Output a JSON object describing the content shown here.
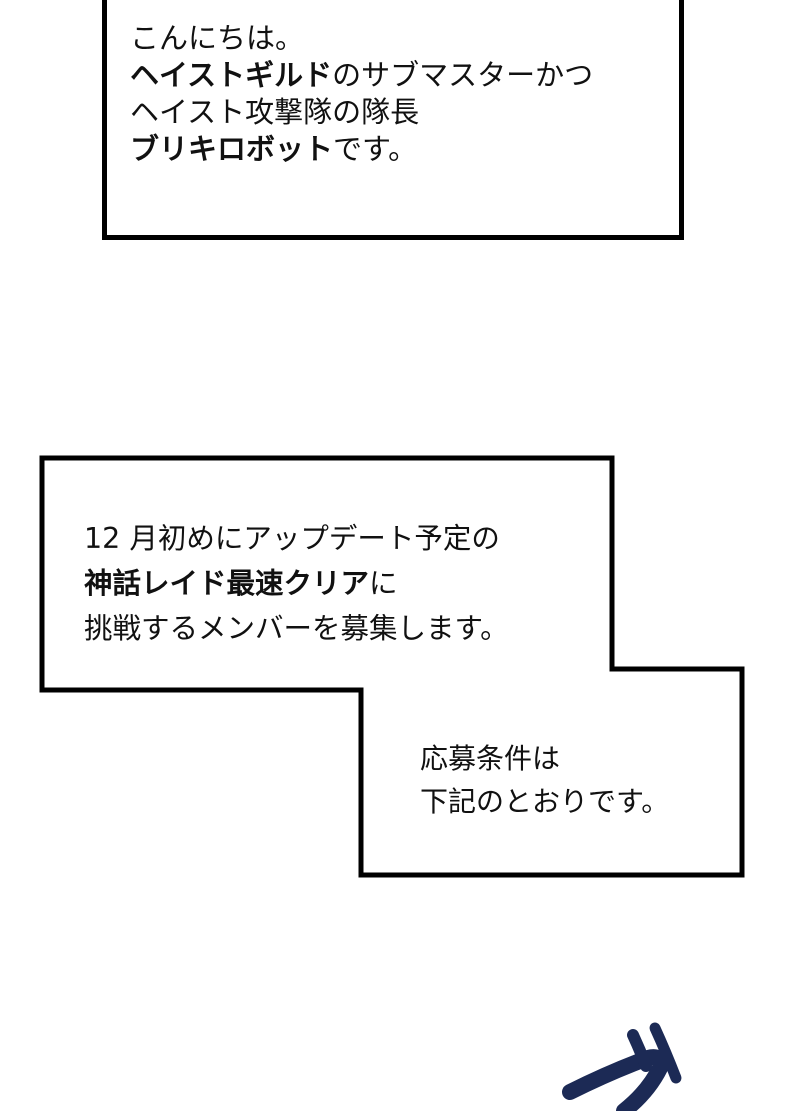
{
  "box1": {
    "lines": [
      [
        {
          "text": "こんにちは。",
          "bold": false
        }
      ],
      [
        {
          "text": "ヘイストギルド",
          "bold": true
        },
        {
          "text": "のサブマスターかつ",
          "bold": false
        }
      ],
      [
        {
          "text": "ヘイスト攻撃隊の隊長",
          "bold": false
        }
      ],
      [
        {
          "text": "ブリキロボット",
          "bold": true
        },
        {
          "text": "です。",
          "bold": false
        }
      ]
    ]
  },
  "box2": {
    "lines": [
      [
        {
          "text": "12 月初めにアップデート予定の",
          "bold": false
        }
      ],
      [
        {
          "text": "神話レイド最速クリア",
          "bold": true
        },
        {
          "text": "に",
          "bold": false
        }
      ],
      [
        {
          "text": "挑戦するメンバーを募集します。",
          "bold": false
        }
      ]
    ]
  },
  "box3": {
    "lines": [
      [
        {
          "text": "応募条件は",
          "bold": false
        }
      ],
      [
        {
          "text": "下記のとおりです。",
          "bold": false
        }
      ]
    ]
  },
  "colors": {
    "outline": "#000000",
    "sfx_ink": "#1c2a55"
  },
  "sfx_icon": "brush-stroke-sfx"
}
